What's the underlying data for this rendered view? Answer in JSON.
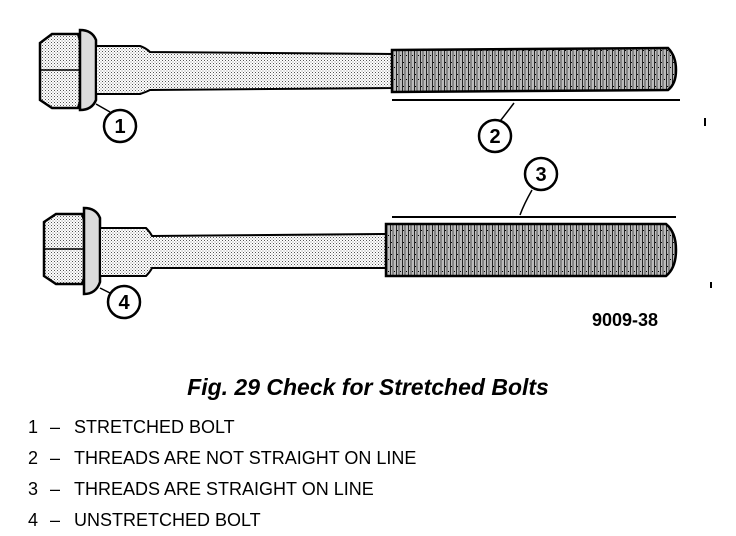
{
  "figure": {
    "callouts": [
      "1",
      "2",
      "3",
      "4"
    ],
    "figure_id": "9009-38"
  },
  "caption": "Fig. 29 Check for Stretched Bolts",
  "legend": [
    {
      "num": "1",
      "dash": "–",
      "text": "STRETCHED BOLT"
    },
    {
      "num": "2",
      "dash": "–",
      "text": "THREADS ARE NOT STRAIGHT ON LINE"
    },
    {
      "num": "3",
      "dash": "–",
      "text": "THREADS ARE STRAIGHT ON LINE"
    },
    {
      "num": "4",
      "dash": "–",
      "text": "UNSTRETCHED BOLT"
    }
  ]
}
